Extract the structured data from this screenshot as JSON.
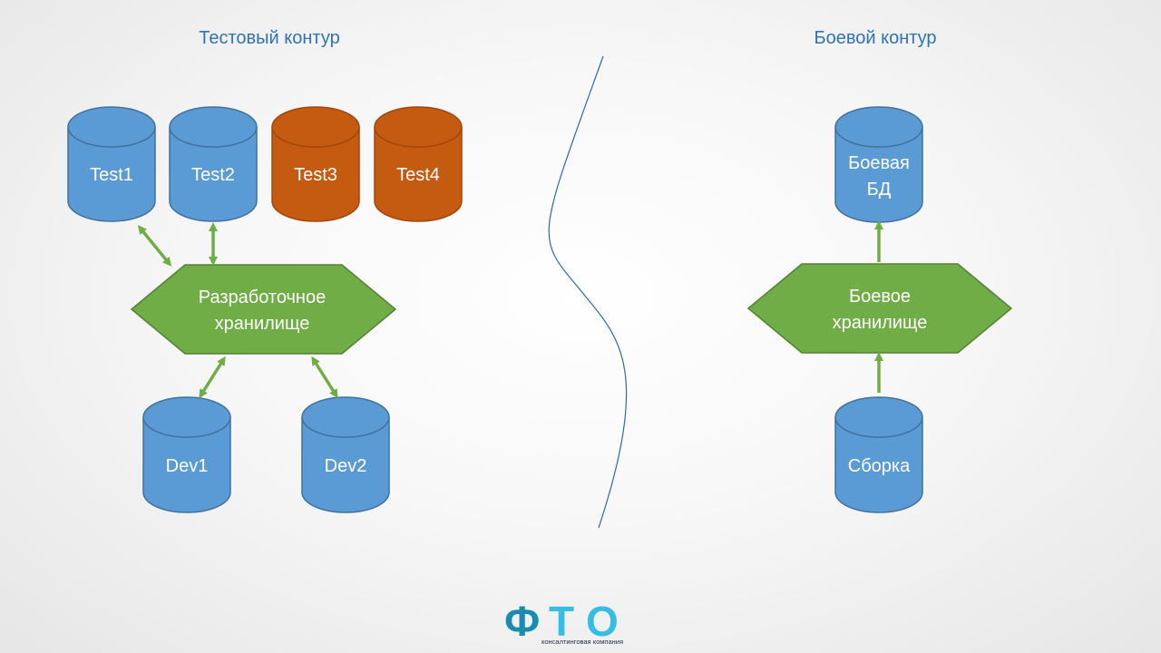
{
  "titles": {
    "test": "Тестовый контур",
    "prod": "Боевой контур"
  },
  "nodes": {
    "test1": "Test1",
    "test2": "Test2",
    "test3": "Test3",
    "test4": "Test4",
    "dev_store": [
      "Разработочное",
      "хранилище"
    ],
    "dev1": "Dev1",
    "dev2": "Dev2",
    "prod_db": [
      "Боевая",
      "БД"
    ],
    "prod_store": [
      "Боевое",
      "хранилище"
    ],
    "build": "Сборка"
  },
  "logo": {
    "letters": [
      "Ф",
      "Т",
      "О"
    ],
    "subtitle": "консалтинговая компания"
  },
  "colors": {
    "db_blue": "#5b9bd5",
    "db_orange": "#c55a11",
    "store_green": "#70ad47",
    "title_blue": "#2f73b5",
    "logo_teal": "#1a8cb0",
    "logo_cyan": "#36bde3"
  }
}
